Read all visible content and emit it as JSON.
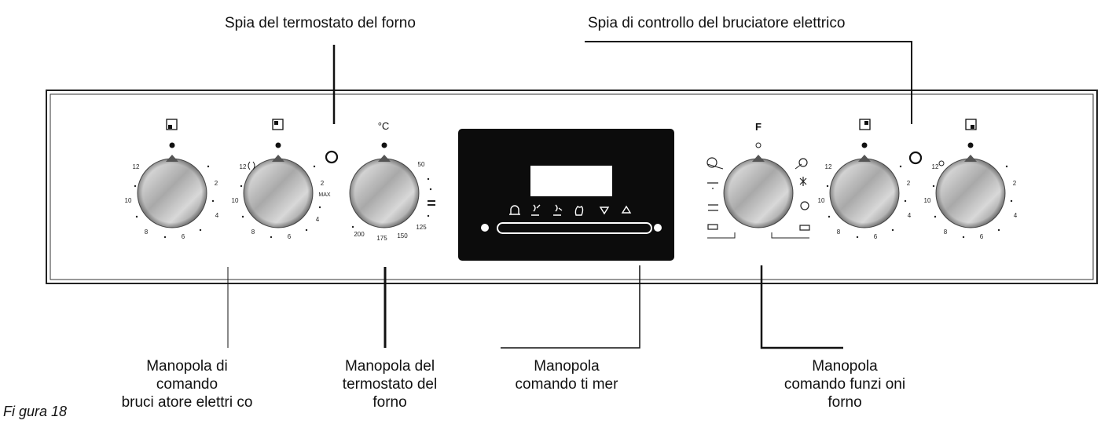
{
  "callouts": {
    "oven_thermostat_light": "Spia del termostato del forno",
    "electric_burner_light": "Spia di controllo del bruciatore elettrico",
    "burner_knob": "Manopola di\ncomando\nbruci atore elettri co",
    "thermostat_knob": "Manopola del\ntermostato del\nforno",
    "timer_knob": "Manopola\ncomando ti mer",
    "function_knob": "Manopola\ncomando funzi oni\nforno"
  },
  "figure_label": "Fi gura 18",
  "panel": {
    "burner_scale": [
      "12",
      "2",
      "10",
      "4",
      "8",
      "6"
    ],
    "burner_max_label": "MAX",
    "thermostat_unit": "°C",
    "thermostat_scale": [
      "50",
      "125",
      "150",
      "175",
      "200"
    ],
    "function_letter": "F",
    "timer_buttons": [
      "bell-icon",
      "cook-start-icon",
      "cook-end-icon",
      "manual-hand-icon",
      "minus-icon",
      "plus-icon"
    ]
  }
}
